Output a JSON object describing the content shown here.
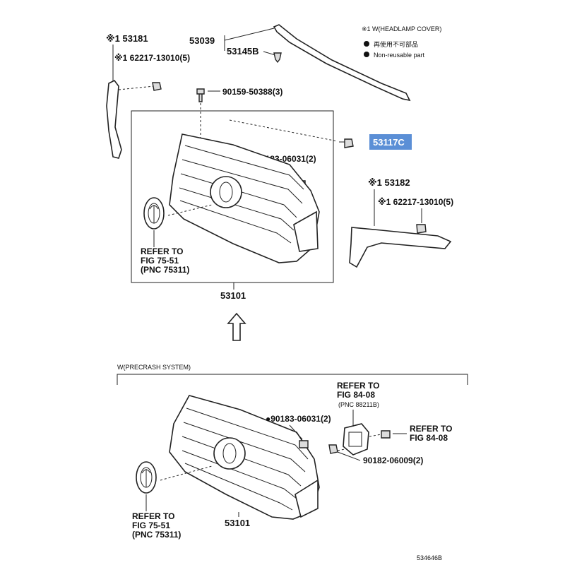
{
  "legend": {
    "note_headlamp": "※1 W(HEADLAMP COVER)",
    "non_reusable_jp": "再使用不可部品",
    "non_reusable_en": "Non-reusable part"
  },
  "upper": {
    "side_part_left": "※1 53181",
    "clip_left": "※1 62217-13010(5)",
    "molding": "53039",
    "clip_molding": "53145B",
    "bolt": "90159-50388(3)",
    "clip_grille": "●90183-06031(2)",
    "bracket": "53117C",
    "side_part_right": "※1 53182",
    "clip_right": "※1 62217-13010(5)",
    "refer_1": "REFER TO",
    "refer_2": "FIG 75-51",
    "refer_3": "(PNC 75311)",
    "grille": "53101"
  },
  "lower": {
    "section_title": "W(PRECRASH SYSTEM)",
    "clip_grille": "●90183-06031(2)",
    "refer_sensor_1": "REFER TO",
    "refer_sensor_2": "FIG 84-08",
    "refer_sensor_3": "(PNC 88211B)",
    "refer_side_1": "REFER TO",
    "refer_side_2": "FIG 84-08",
    "nut": "90182-06009(2)",
    "refer_emblem_1": "REFER TO",
    "refer_emblem_2": "FIG 75-51",
    "refer_emblem_3": "(PNC 75311)",
    "grille": "53101"
  },
  "figure_id": "534646B",
  "colors": {
    "highlight": "#5b8fd6",
    "line": "#222222"
  }
}
